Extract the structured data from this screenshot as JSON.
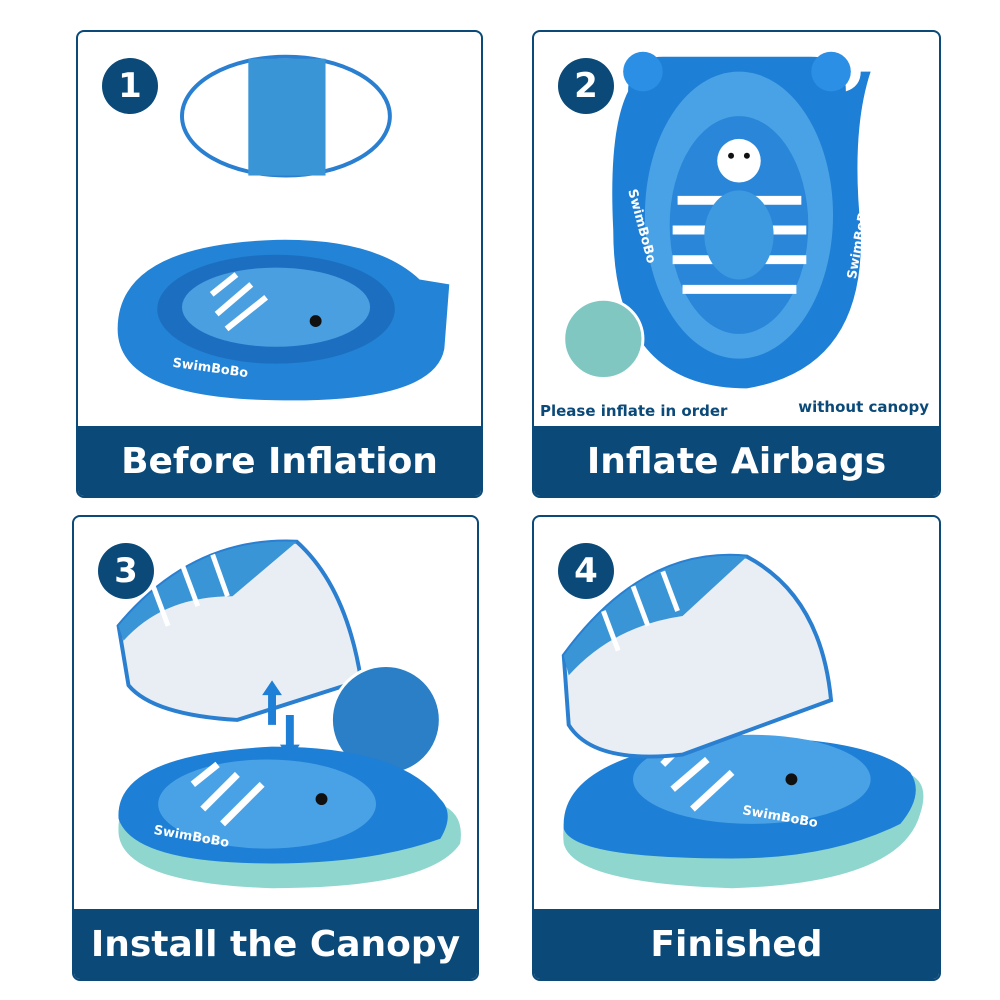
{
  "brand": "SwimBoBo",
  "colors": {
    "navy": "#0b4a78",
    "float_blue": "#1e7fd6",
    "light_blue": "#4aa8e8"
  },
  "steps": [
    {
      "number": "1",
      "title": "Before Inflation"
    },
    {
      "number": "2",
      "title": "Inflate Airbags",
      "notes": [
        "Please inflate in order",
        "without canopy"
      ]
    },
    {
      "number": "3",
      "title": "Install the Canopy"
    },
    {
      "number": "4",
      "title": "Finished"
    }
  ]
}
